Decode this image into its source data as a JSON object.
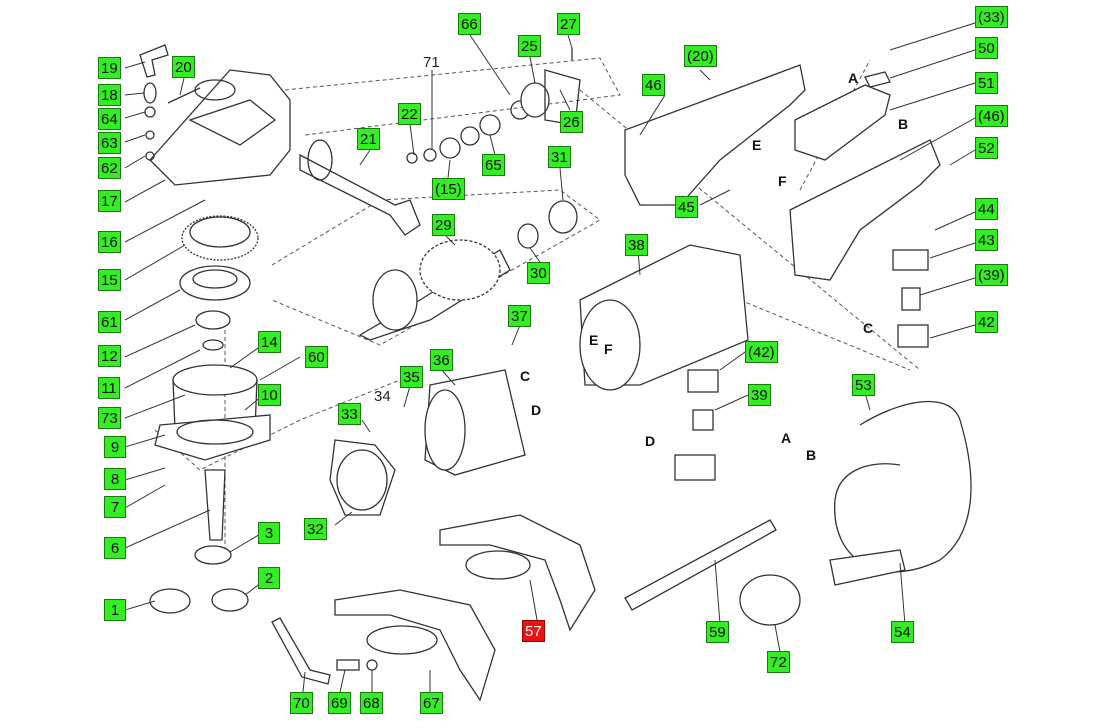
{
  "parts": [
    {
      "id": "p66",
      "label": "66"
    },
    {
      "id": "p27",
      "label": "27"
    },
    {
      "id": "p25",
      "label": "25"
    },
    {
      "id": "p26",
      "label": "26"
    },
    {
      "id": "p33a",
      "label": "(33)"
    },
    {
      "id": "p50",
      "label": "50"
    },
    {
      "id": "p51",
      "label": "51"
    },
    {
      "id": "p46b",
      "label": "(46)"
    },
    {
      "id": "p52",
      "label": "52"
    },
    {
      "id": "p19",
      "label": "19"
    },
    {
      "id": "p20",
      "label": "20"
    },
    {
      "id": "p18",
      "label": "18"
    },
    {
      "id": "p64",
      "label": "64"
    },
    {
      "id": "p63",
      "label": "63"
    },
    {
      "id": "p62",
      "label": "62"
    },
    {
      "id": "p17",
      "label": "17"
    },
    {
      "id": "p16",
      "label": "16"
    },
    {
      "id": "p15",
      "label": "15"
    },
    {
      "id": "p61",
      "label": "61"
    },
    {
      "id": "p12",
      "label": "12"
    },
    {
      "id": "p11",
      "label": "11"
    },
    {
      "id": "p73",
      "label": "73"
    },
    {
      "id": "p9",
      "label": "9"
    },
    {
      "id": "p8",
      "label": "8"
    },
    {
      "id": "p7",
      "label": "7"
    },
    {
      "id": "p6",
      "label": "6"
    },
    {
      "id": "p1",
      "label": "1"
    },
    {
      "id": "p22",
      "label": "22"
    },
    {
      "id": "p21",
      "label": "21"
    },
    {
      "id": "p65",
      "label": "65"
    },
    {
      "id": "p15b",
      "label": "(15)"
    },
    {
      "id": "p31",
      "label": "31"
    },
    {
      "id": "p29",
      "label": "29"
    },
    {
      "id": "p30",
      "label": "30"
    },
    {
      "id": "p20b",
      "label": "(20)"
    },
    {
      "id": "p46",
      "label": "46"
    },
    {
      "id": "p45",
      "label": "45"
    },
    {
      "id": "p44",
      "label": "44"
    },
    {
      "id": "p43",
      "label": "43"
    },
    {
      "id": "p39b",
      "label": "(39)"
    },
    {
      "id": "p42",
      "label": "42"
    },
    {
      "id": "p38",
      "label": "38"
    },
    {
      "id": "p37",
      "label": "37"
    },
    {
      "id": "p14",
      "label": "14"
    },
    {
      "id": "p60",
      "label": "60"
    },
    {
      "id": "p10",
      "label": "10"
    },
    {
      "id": "p36",
      "label": "36"
    },
    {
      "id": "p35",
      "label": "35"
    },
    {
      "id": "p33",
      "label": "33"
    },
    {
      "id": "p32",
      "label": "32"
    },
    {
      "id": "p42b",
      "label": "(42)"
    },
    {
      "id": "p39",
      "label": "39"
    },
    {
      "id": "p53",
      "label": "53"
    },
    {
      "id": "p3",
      "label": "3"
    },
    {
      "id": "p2",
      "label": "2"
    },
    {
      "id": "p57",
      "label": "57"
    },
    {
      "id": "p59",
      "label": "59"
    },
    {
      "id": "p54",
      "label": "54"
    },
    {
      "id": "p72",
      "label": "72"
    },
    {
      "id": "p70",
      "label": "70"
    },
    {
      "id": "p69",
      "label": "69"
    },
    {
      "id": "p68",
      "label": "68"
    },
    {
      "id": "p67",
      "label": "67"
    }
  ],
  "selected_part": "57",
  "plain_labels": {
    "p71": "71",
    "p34": "34"
  },
  "wire_letters": {
    "a1": "A",
    "b1": "B",
    "e1": "E",
    "f1": "F",
    "c1": "C",
    "d1": "D",
    "e2": "E",
    "f2": "F",
    "c2": "C",
    "d2": "D",
    "a2": "A",
    "b2": "B"
  },
  "colors": {
    "tag": "#33ee22",
    "selected_tag": "#ee1111",
    "line": "#333333"
  }
}
